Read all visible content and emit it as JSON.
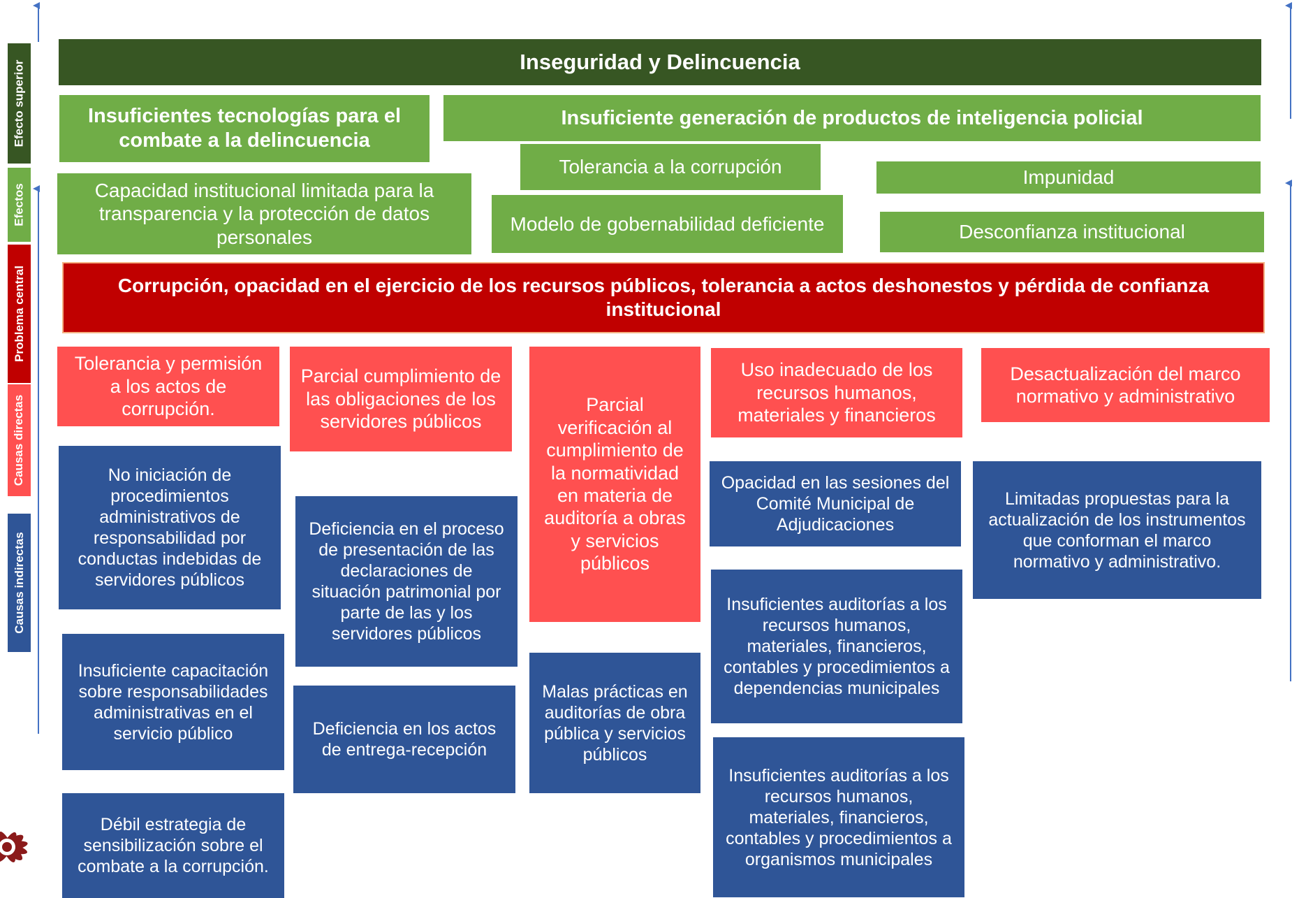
{
  "colors": {
    "dark_green": "#375623",
    "green": "#70ad47",
    "red": "#c00000",
    "salmon": "#ff5050",
    "blue": "#2f5597",
    "arrow": "#4472c4"
  },
  "side_labels": {
    "efecto_superior": "Efecto superior",
    "efectos": "Efectos",
    "problema_central": "Problema central",
    "causas_directas": "Causas directas",
    "causas_indirectas": "Causas indirectas"
  },
  "efecto_superior": "Inseguridad y Delincuencia",
  "efectos": {
    "tecnologias": "Insuficientes tecnologías para el combate a la delincuencia",
    "inteligencia": "Insuficiente generación de productos de inteligencia policial",
    "tolerancia": "Tolerancia a la corrupción",
    "impunidad": "Impunidad",
    "capacidad": "Capacidad institucional limitada para la transparencia y la protección de datos personales",
    "gobernabilidad": "Modelo de gobernabilidad deficiente",
    "desconfianza": "Desconfianza institucional"
  },
  "problema_central": "Corrupción, opacidad en el ejercicio de los recursos públicos, tolerancia a actos deshonestos y pérdida de confianza institucional",
  "causas_directas": [
    "Tolerancia y permisión a los actos de corrupción.",
    "Parcial cumplimiento de las obligaciones de los servidores públicos",
    "Parcial verificación al cumplimiento de la normatividad en materia de auditoría a obras y servicios públicos",
    "Uso inadecuado de los recursos humanos, materiales y financieros",
    "Desactualización del marco normativo y administrativo"
  ],
  "causas_indirectas": {
    "col1": [
      "No iniciación de procedimientos administrativos de responsabilidad por conductas indebidas de servidores públicos",
      "Insuficiente capacitación sobre responsabilidades administrativas en el servicio público",
      "Débil estrategia de sensibilización sobre el combate a la corrupción."
    ],
    "col2": [
      "Deficiencia en el proceso de presentación de las declaraciones de situación patrimonial por parte de las y los servidores públicos",
      "Deficiencia en los actos de entrega-recepción"
    ],
    "col3": [
      "Malas prácticas en auditorías de obra pública y servicios públicos"
    ],
    "col4": [
      "Opacidad en las sesiones del Comité Municipal de Adjudicaciones",
      "Insuficientes auditorías a los recursos humanos, materiales, financieros, contables y procedimientos a dependencias municipales",
      "Insuficientes auditorías a los recursos humanos, materiales, financieros, contables y procedimientos a organismos municipales"
    ],
    "col5": [
      "Limitadas propuestas para la actualización de los instrumentos que conforman el marco normativo y administrativo."
    ]
  },
  "logo_icon": "flower-logo-icon"
}
